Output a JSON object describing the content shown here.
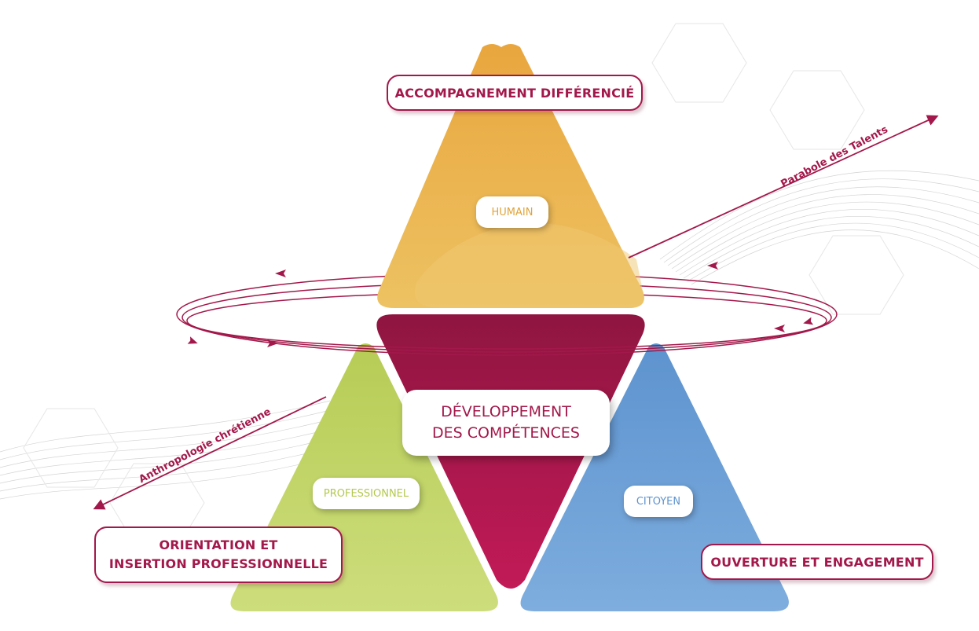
{
  "diagram": {
    "top_label": "ACCOMPAGNEMENT DIFFÉRENCIÉ",
    "left_label_line1": "ORIENTATION ET",
    "left_label_line2": "INSERTION PROFESSIONNELLE",
    "right_label": "OUVERTURE ET ENGAGEMENT",
    "center_line1": "DÉVELOPPEMENT",
    "center_line2": "DES COMPÉTENCES",
    "humain": "HUMAIN",
    "professionnel": "PROFESSIONNEL",
    "citoyen": "CITOYEN",
    "arrow_upper": "Parabole des Talents",
    "arrow_lower": "Anthropologie chrétienne"
  },
  "colors": {
    "top_triangle": "#e9b550",
    "left_triangle": "#c4d46a",
    "right_triangle": "#6fa2d6",
    "center_triangle": "#a3184a",
    "accent": "#a3184a"
  }
}
